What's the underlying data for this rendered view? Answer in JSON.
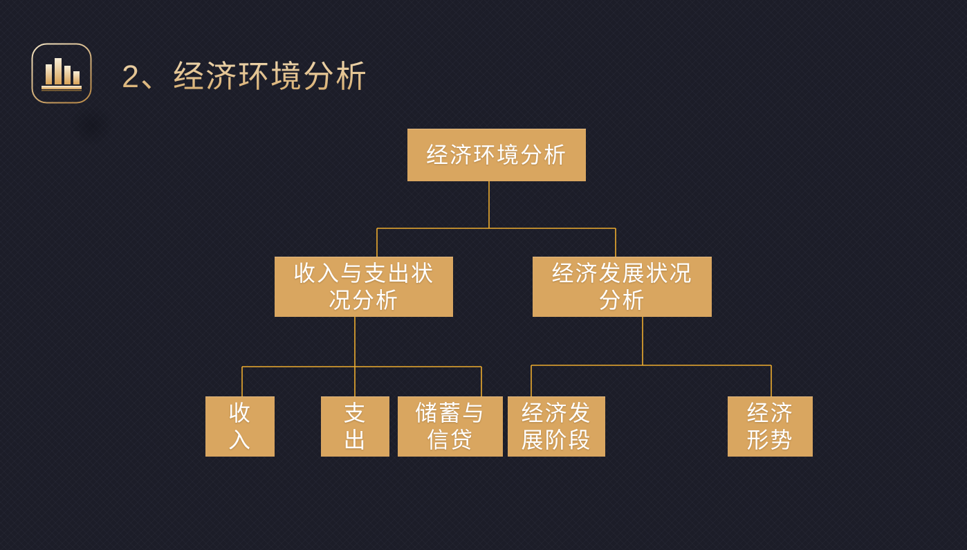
{
  "slide": {
    "title": "2、经济环境分析",
    "header_icon": "bar-chart-icon"
  },
  "colors": {
    "background": "#1C1D28",
    "node_fill": "#D9A660",
    "connector_line": "#EDAC2F",
    "title_text": "#E6C898",
    "node_text": "#FFFFFF"
  },
  "org_chart": {
    "root": {
      "label": "经济环境分析"
    },
    "branches": [
      {
        "label": "收入与支出状\n况分析",
        "children": [
          {
            "label": "收\n入"
          },
          {
            "label": "支\n出"
          },
          {
            "label": "储蓄与\n信贷"
          }
        ]
      },
      {
        "label": "经济发展状况\n分析",
        "children": [
          {
            "label": "经济发\n展阶段"
          },
          {
            "label": "经济\n形势"
          }
        ]
      }
    ]
  }
}
